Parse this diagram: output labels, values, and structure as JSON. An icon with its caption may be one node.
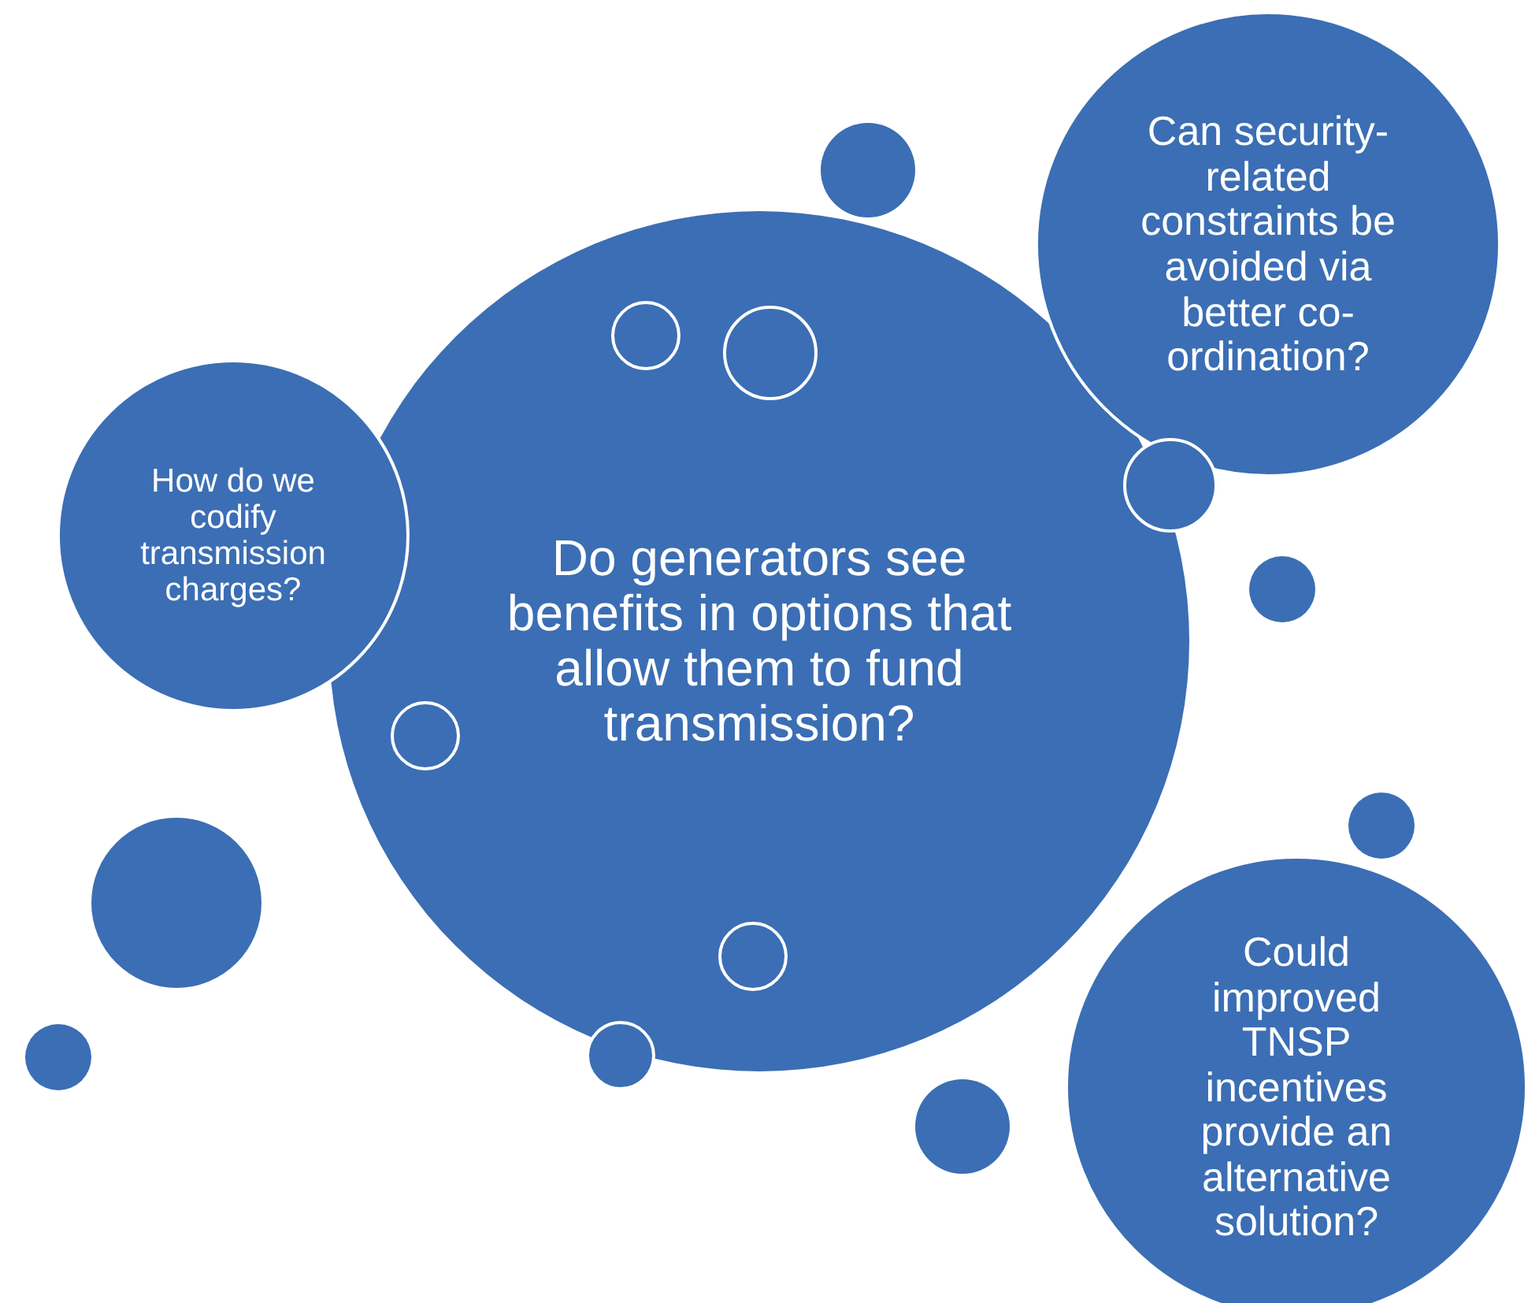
{
  "diagram": {
    "nodes": [
      {
        "text": [
          "Do generators see benefits in options that allow them to fund transmission?"
        ]
      },
      {
        "text": [
          "How do we codify transmission charges?"
        ]
      },
      {
        "text": [
          "Can security-related constraints be avoided via better co-ordination?"
        ]
      },
      {
        "text": [
          "Could improved TNSP incentives provide an alternative solution?"
        ]
      },
      {
        "text": [],
        "shape": "circle"
      },
      {
        "text": [],
        "shape": "circle",
        "in": 0
      },
      {
        "text": [],
        "shape": "circle",
        "in": 0
      },
      {
        "text": [],
        "shape": "circle"
      },
      {
        "text": [],
        "shape": "circle"
      },
      {
        "text": [],
        "shape": "circle",
        "in": 0
      },
      {
        "text": [],
        "shape": "circle"
      },
      {
        "text": [],
        "shape": "circle"
      },
      {
        "text": [],
        "shape": "circle",
        "in": 0
      },
      {
        "text": [],
        "shape": "circle"
      },
      {
        "text": [],
        "shape": "circle"
      },
      {
        "text": [],
        "shape": "circle"
      }
    ]
  }
}
